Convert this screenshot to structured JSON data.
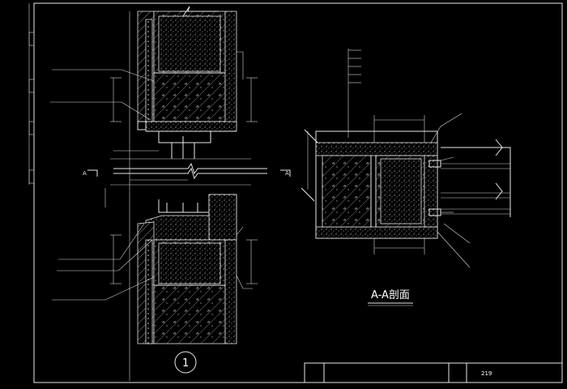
{
  "left_section": {
    "callouts": {
      "upper_right_1": "",
      "upper_right_2": "",
      "upper_left_1": "",
      "upper_left_2": "",
      "lower_left_1": "",
      "lower_left_2": "",
      "lower_left_3": "",
      "lower_left_4": "",
      "lower_right_1": "",
      "lower_right_2": ""
    },
    "dims": {
      "left_1": "",
      "left_2": "",
      "left_3": "",
      "left_4": "",
      "left_5": "",
      "mid_1": "",
      "mid_2": "",
      "mid_3": "",
      "mid_4": "",
      "right_1": "",
      "right_2": ""
    },
    "section_markers": {
      "left": "A",
      "right": "A"
    },
    "detail_number": "1",
    "detail_scale": "",
    "mark_number": "1"
  },
  "right_section": {
    "layer_labels": [
      "",
      "",
      "",
      "",
      ""
    ],
    "callouts": {
      "top_right": "",
      "right_1": "",
      "right_2": "",
      "bottom_1": "",
      "bottom_2": "",
      "bottom_3": ""
    },
    "dims": {
      "top": "",
      "bottom": ""
    },
    "title": "A-A剖面"
  },
  "title_block": {
    "label_1": "",
    "drawing_title": "",
    "label_2": "",
    "page_number": "219"
  }
}
